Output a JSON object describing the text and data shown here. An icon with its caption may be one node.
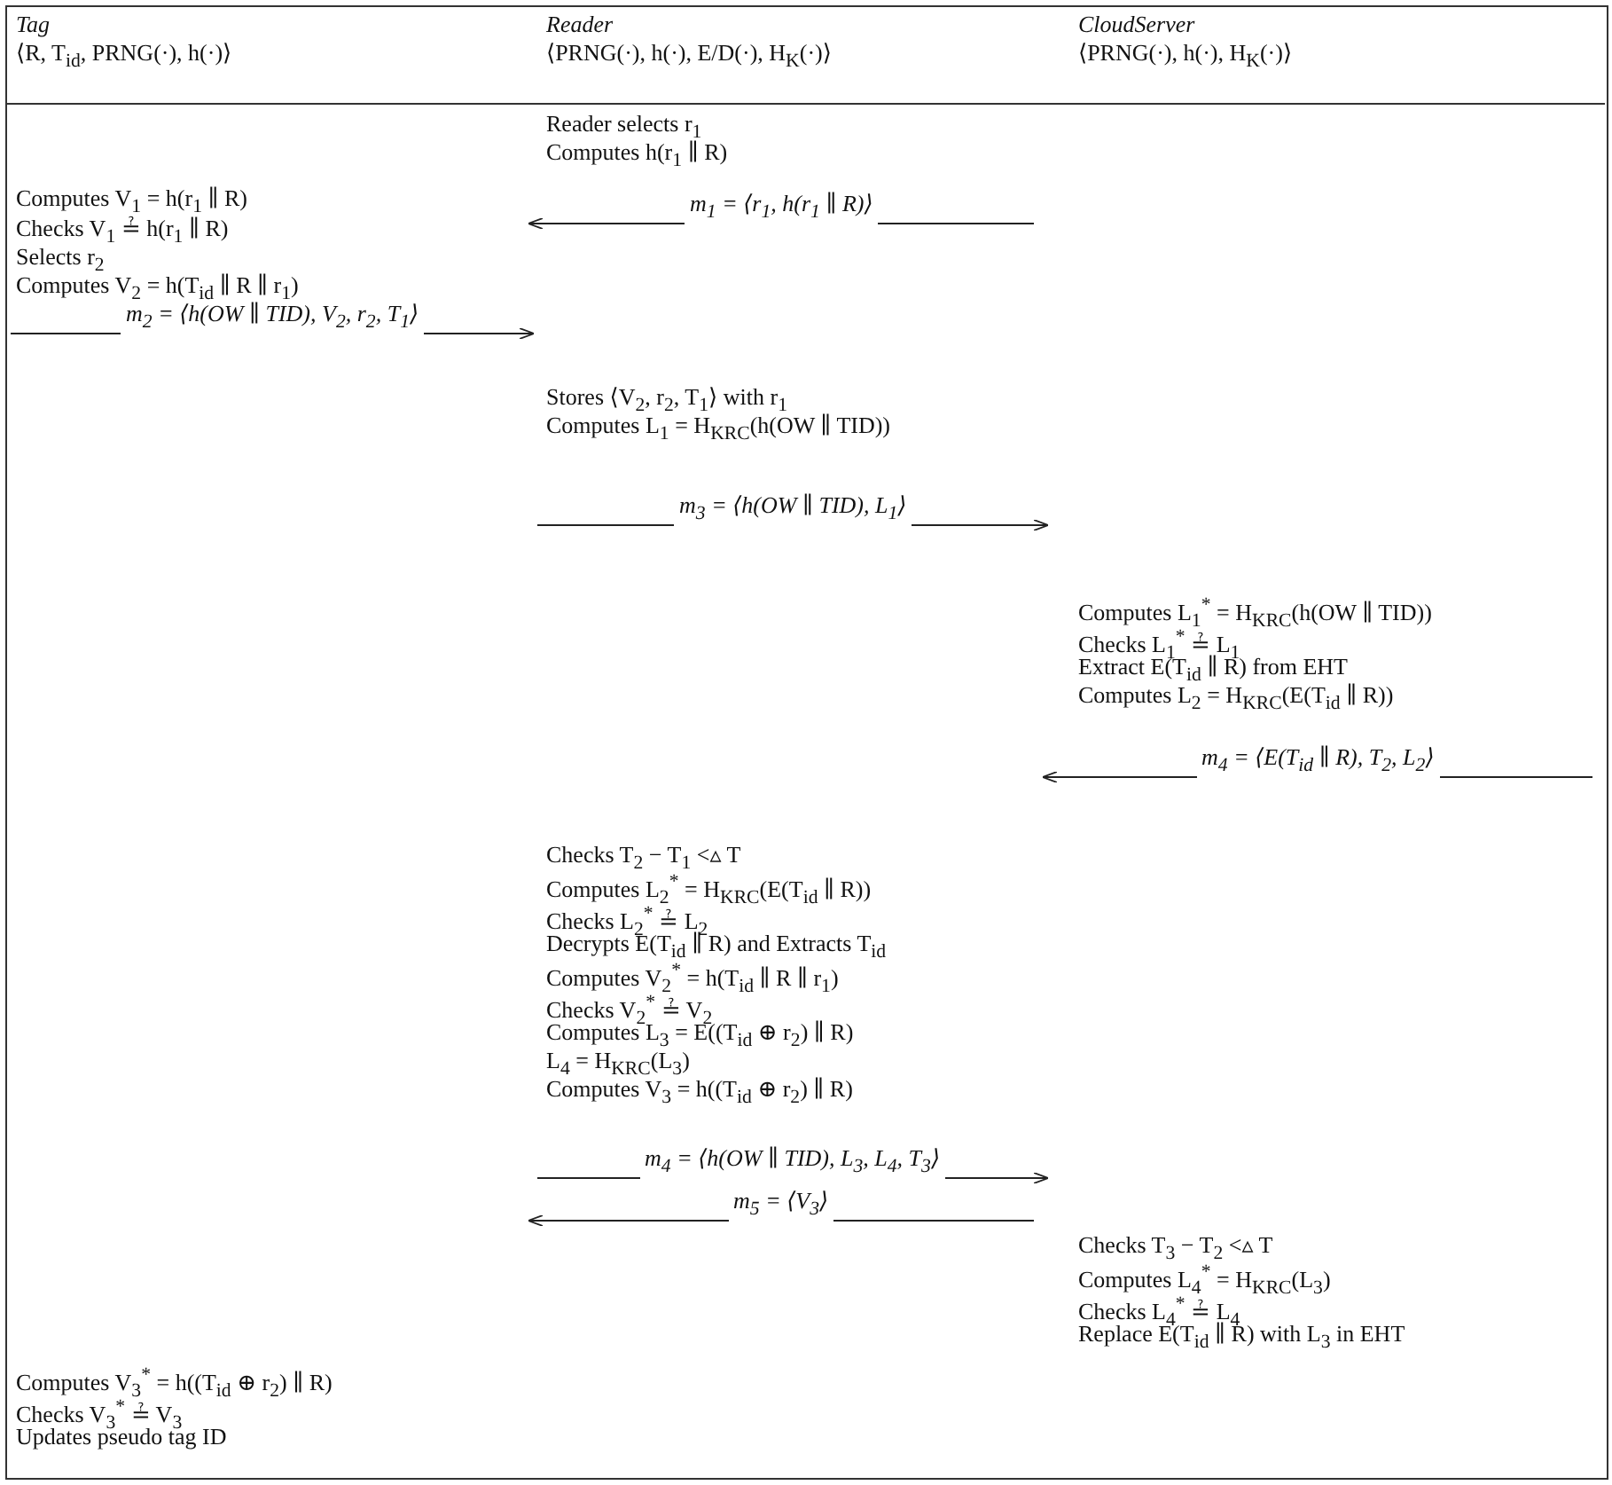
{
  "diagram": {
    "nodes": [
      {
        "text": [
          "Tag",
          "⟨R, T$_{id}$, PRNG(·), h(·)⟩",
          "Computes V$_{1}$ = h(r$_{1}$ ∥ R)",
          "Checks V$_{1}$ ≟ h(r$_{1}$ ∥ R)",
          "Selects r$_{2}$",
          "Computes V$_{2}$ = h(T$_{id}$ ∥ R ∥ r$_{1}$)",
          "Computes V$_{3}$$^{*}$ = h((T$_{id}$ ⊕ r$_{2}$) ∥ R)",
          "Checks V$_{3}$$^{*}$ ≟ V$_{3}$",
          "Updates pseudo tag ID"
        ]
      },
      {
        "text": [
          "Reader",
          "⟨PRNG(·), h(·), E/D(·), H$_{K}$(·)⟩",
          "Reader selects r$_{1}$",
          "Computes h(r$_{1}$ ∥ R)",
          "Stores ⟨V$_{2}$, r$_{2}$, T$_{1}$⟩ with r$_{1}$",
          "Computes L$_{1}$ = H$_{KRC}$(h(OW ∥ TID))",
          "Checks T$_{2}$ − T$_{1}$ <▵ T",
          "Computes L$_{2}$$^{*}$ = H$_{KRC}$(E(T$_{id}$ ∥ R))",
          "Checks L$_{2}$$^{*}$ ≟ L$_{2}$",
          "Decrypts E(T$_{id}$ ∥ R) and Extracts T$_{id}$",
          "Computes V$_{2}$$^{*}$ = h(T$_{id}$ ∥ R ∥ r$_{1}$)",
          "Checks V$_{2}$$^{*}$ ≟ V$_{2}$",
          "Computes L$_{3}$ = E((T$_{id}$ ⊕ r$_{2}$) ∥ R)",
          "L$_{4}$ = H$_{KRC}$(L$_{3}$)",
          "Computes V$_{3}$ = h((T$_{id}$ ⊕ r$_{2}$) ∥ R)"
        ]
      },
      {
        "text": [
          "CloudServer",
          "⟨PRNG(·), h(·), H$_{K}$(·)⟩",
          "Computes L$_{1}$$^{*}$ = H$_{KRC}$(h(OW ∥ TID))",
          "Checks L$_{1}$$^{*}$ ≟ L$_{1}$",
          "Extract E(T$_{id}$ ∥ R) from EHT",
          "Computes L$_{2}$ = H$_{KRC}$(E(T$_{id}$ ∥ R))",
          "Checks T$_{3}$ − T$_{2}$ <▵ T",
          "Computes L$_{4}$$^{*}$ = H$_{KRC}$(L$_{3}$)",
          "Checks L$_{4}$$^{*}$ ≟ L$_{4}$",
          "Replace E(T$_{id}$ ∥ R) with L$_{3}$ in EHT"
        ]
      }
    ],
    "edges": [
      {
        "from": 1,
        "to": 0,
        "arrow": "to",
        "label": "m$_{1}$ = ⟨r$_{1}$, h(r$_{1}$ ∥ R)⟩"
      },
      {
        "from": 0,
        "to": 1,
        "arrow": "to",
        "label": "m$_{2}$ = ⟨h(OW ∥ TID), V$_{2}$, r$_{2}$, T$_{1}$⟩"
      },
      {
        "from": 1,
        "to": 2,
        "arrow": "to",
        "label": "m$_{3}$ = ⟨h(OW ∥ TID), L$_{1}$⟩"
      },
      {
        "from": 2,
        "to": 1,
        "arrow": "to",
        "label": "m$_{4}$ = ⟨E(T$_{id}$ ∥ R), T$_{2}$, L$_{2}$⟩"
      },
      {
        "from": 1,
        "to": 2,
        "arrow": "to",
        "label": "m$_{4}$ = ⟨h(OW ∥ TID), L$_{3}$, L$_{4}$, T$_{3}$⟩"
      },
      {
        "from": 1,
        "to": 0,
        "arrow": "to",
        "label": "m$_{5}$ = ⟨V$_{3}$⟩"
      }
    ]
  }
}
